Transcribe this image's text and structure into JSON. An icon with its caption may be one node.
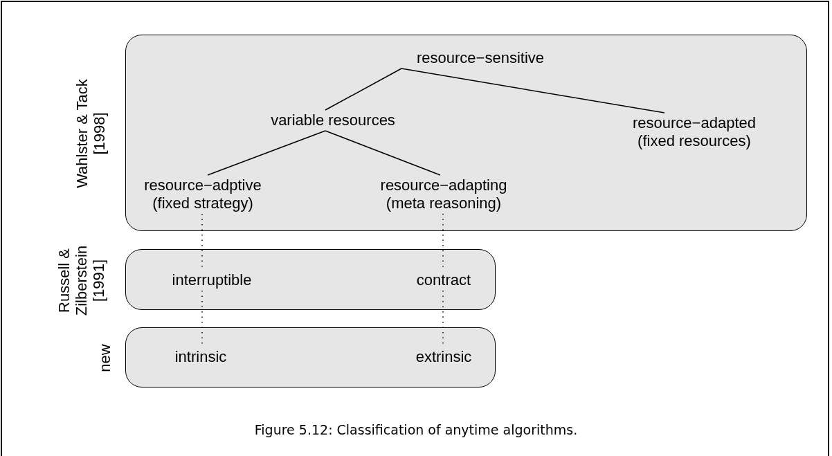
{
  "diagram": {
    "caption": "Figure 5.12: Classification of anytime algorithms.",
    "nodes": [
      {
        "text": [
          "Wahlster & Tack [1998]"
        ]
      },
      {
        "text": [
          "resource−sensitive"
        ],
        "in": 0
      },
      {
        "text": [
          "variable resources"
        ],
        "in": 0
      },
      {
        "text": [
          "resource−adapted (fixed resources)"
        ],
        "in": 0
      },
      {
        "text": [
          "resource−adptive (fixed strategy)"
        ],
        "in": 0
      },
      {
        "text": [
          "resource−adapting (meta reasoning)"
        ],
        "in": 0
      },
      {
        "text": [
          "Russell & Zilberstein [1991]"
        ]
      },
      {
        "text": [
          "interruptible"
        ],
        "in": 6
      },
      {
        "text": [
          "contract"
        ],
        "in": 6
      },
      {
        "text": [
          "new"
        ]
      },
      {
        "text": [
          "intrinsic"
        ],
        "in": 9
      },
      {
        "text": [
          "extrinsic"
        ],
        "in": 9
      }
    ],
    "edges": [
      {
        "from": 1,
        "to": 2,
        "arrow": "none"
      },
      {
        "from": 1,
        "to": 3,
        "arrow": "none"
      },
      {
        "from": 2,
        "to": 4,
        "arrow": "none"
      },
      {
        "from": 2,
        "to": 5,
        "arrow": "none"
      },
      {
        "from": 4,
        "to": 7,
        "arrow": "none",
        "style": "dashed"
      },
      {
        "from": 7,
        "to": 10,
        "arrow": "none",
        "style": "dashed"
      },
      {
        "from": 5,
        "to": 8,
        "arrow": "none",
        "style": "dashed"
      },
      {
        "from": 8,
        "to": 11,
        "arrow": "none",
        "style": "dashed"
      }
    ]
  }
}
